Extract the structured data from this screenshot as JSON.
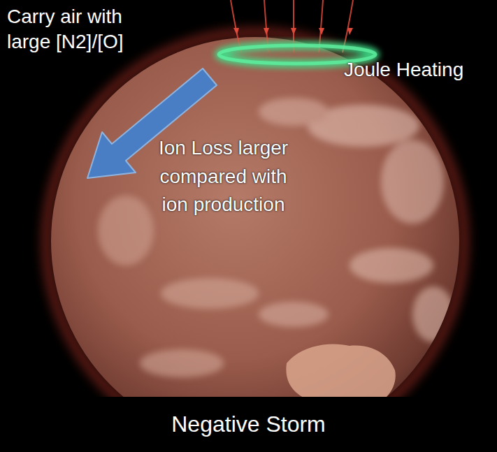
{
  "diagram": {
    "caption": "Negative Storm",
    "labels": [
      "Carry air with large [N2]/[O]",
      "Joule Heating",
      "Ion Loss larger compared with ion production"
    ]
  }
}
